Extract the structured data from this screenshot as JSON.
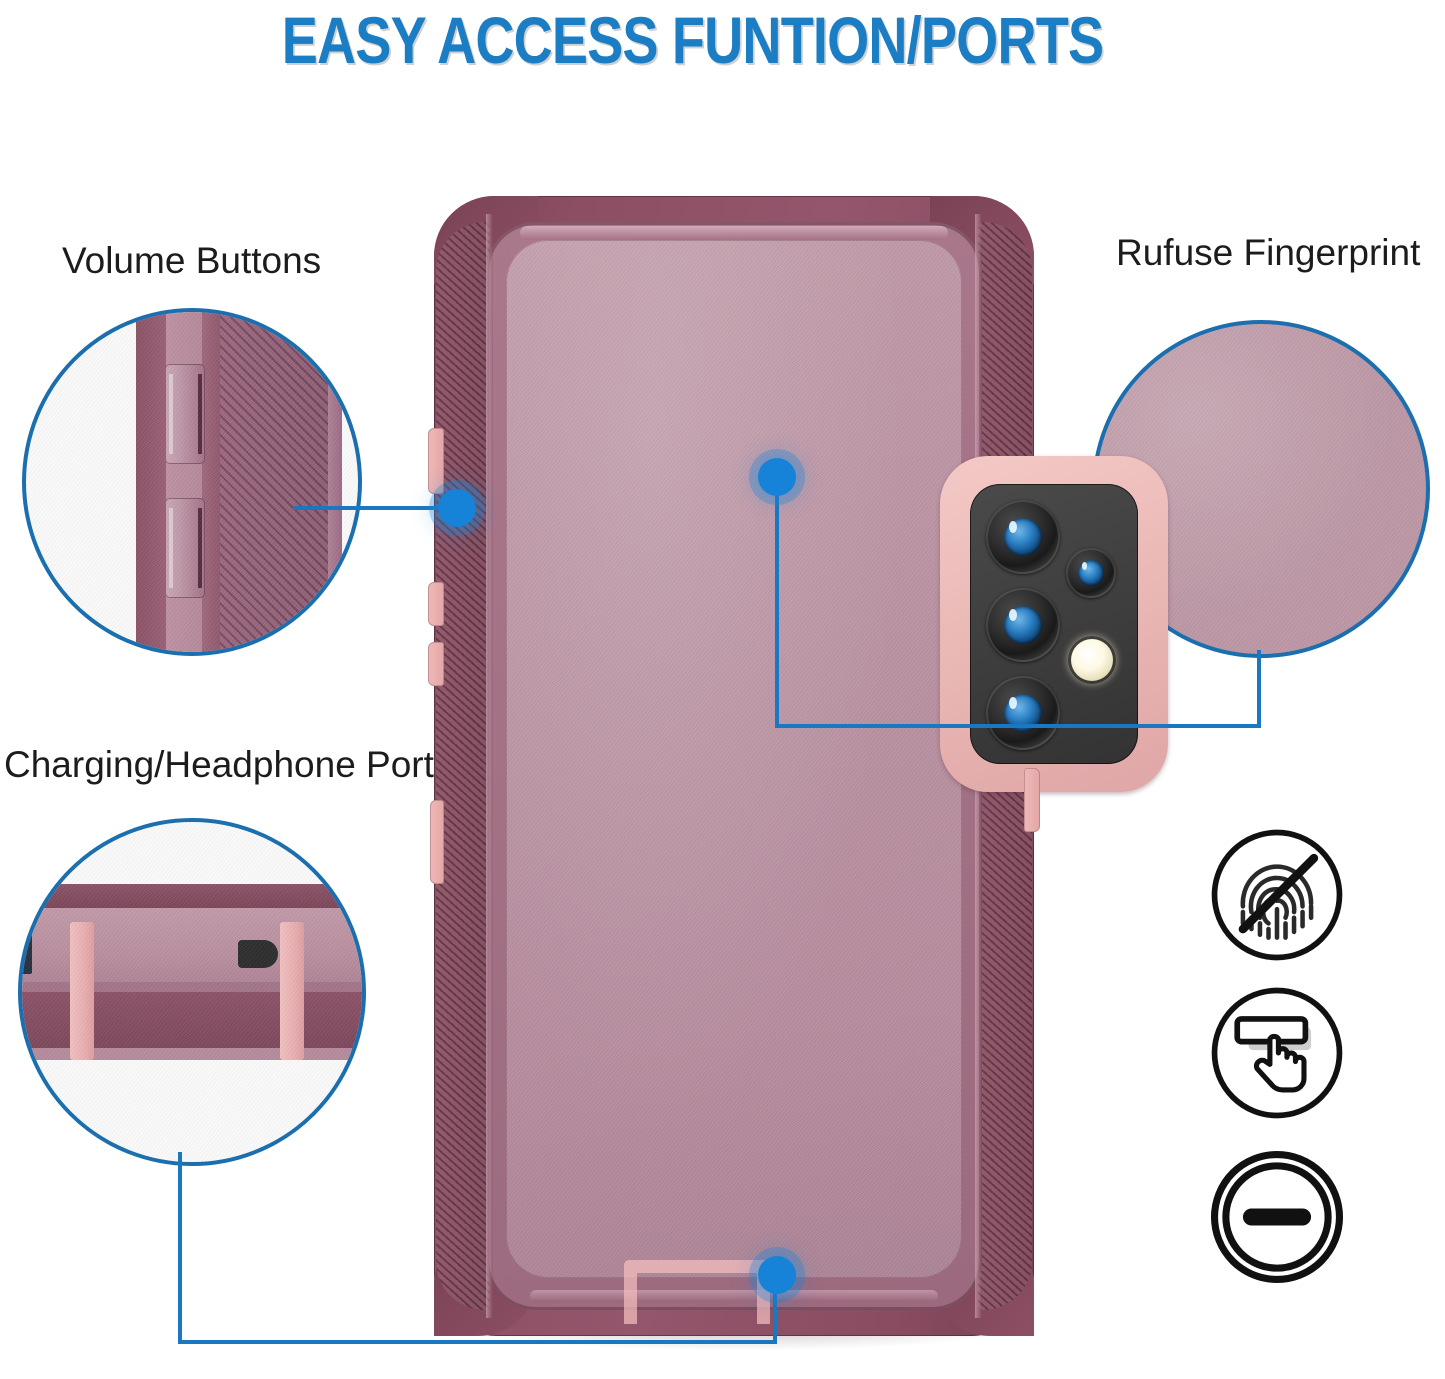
{
  "header": {
    "title": "EASY ACCESS FUNTION/PORTS",
    "title_color": "#1b7dc4"
  },
  "callouts": [
    {
      "id": "volume",
      "label": "Volume Buttons",
      "detail": "circular zoom inset showing the side rail with two raised volume button covers and diagonal-hatched grip texture",
      "marker_color": "#1683d8"
    },
    {
      "id": "fingerprint",
      "label": "Rufuse Fingerprint",
      "detail": "circular zoom inset showing the smooth matte dusty-rose back panel surface",
      "marker_color": "#1683d8"
    },
    {
      "id": "charging",
      "label": "Charging/Headphone Port",
      "detail": "circular zoom inset showing the bottom edge with pink accent bars and the dark charging port opening",
      "marker_color": "#1683d8"
    }
  ],
  "product": {
    "name": "rugged defender phone case",
    "body_color": "#8b4e62",
    "backplate_color": "#bd94a4",
    "accent_color": "#efb9b6",
    "camera": {
      "bezel_color": "#eab9b6",
      "plate_color": "#3f3e3e",
      "lens_count": 4,
      "flash_count": 1
    },
    "side_buttons": 5,
    "port_cutout": "bottom charging / headphone port"
  },
  "feature_icons": [
    {
      "id": "anti-fingerprint",
      "name": "fingerprint-slash-icon"
    },
    {
      "id": "easy-press-buttons",
      "name": "finger-press-button-icon"
    },
    {
      "id": "port-cover",
      "name": "port-cover-icon"
    }
  ]
}
